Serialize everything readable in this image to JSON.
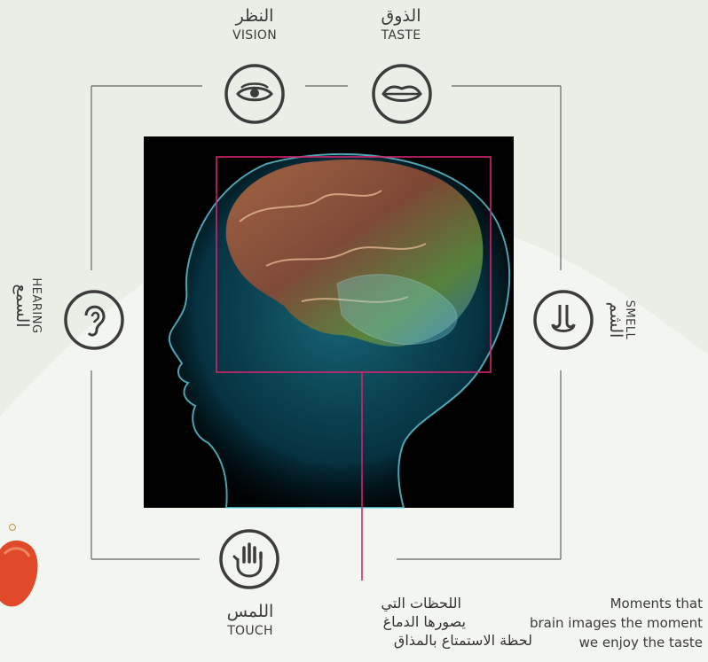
{
  "senses": {
    "vision": {
      "ar": "النظر",
      "en": "VISION"
    },
    "taste": {
      "ar": "الذوق",
      "en": "TASTE"
    },
    "hearing": {
      "ar": "السمع",
      "en": "HEARING"
    },
    "smell": {
      "ar": "الشم",
      "en": "SMELL"
    },
    "touch": {
      "ar": "اللمس",
      "en": "TOUCH"
    }
  },
  "caption": {
    "ar_lines": [
      "اللحظات التي",
      "يصورها الدماغ",
      "لحظة الاستمتاع بالمذاق"
    ],
    "en_lines": [
      "Moments that",
      "brain images the moment",
      "we enjoy the taste"
    ]
  },
  "icons": {
    "vision": "eye-icon",
    "taste": "lips-icon",
    "hearing": "ear-icon",
    "smell": "nose-icon",
    "touch": "hand-icon"
  },
  "colors": {
    "frame_line": "#7a7a7a",
    "icon_stroke": "#3c3c3c",
    "highlight": "#d4246f",
    "background": "#f3f5f0"
  }
}
